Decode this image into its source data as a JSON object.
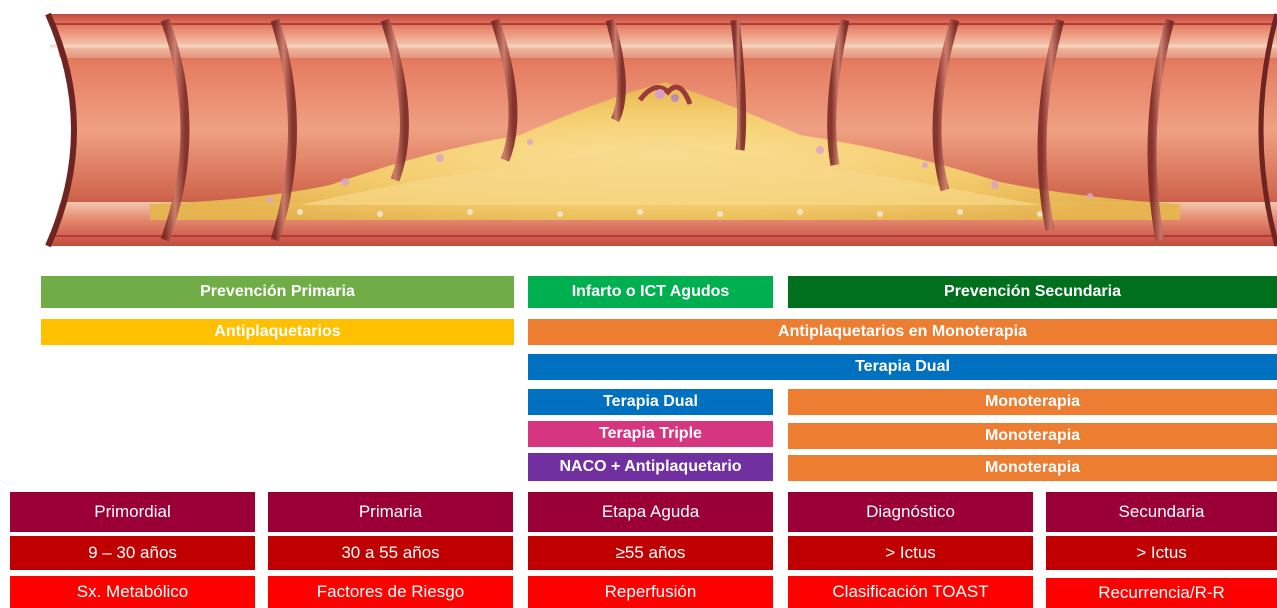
{
  "colors": {
    "green_light": "#70ad47",
    "green_medium": "#00b050",
    "green_dark": "#00701e",
    "gold": "#ffc000",
    "orange": "#ed7d31",
    "blue": "#0070c0",
    "magenta": "#d63680",
    "purple": "#7030a0",
    "maroon": "#9a0036",
    "dark_red": "#c00000",
    "red": "#ff0000"
  },
  "illustration": {
    "name": "artery-atherosclerosis-progression"
  },
  "bands": {
    "prevencion_primaria": "Prevención Primaria",
    "infarto_agudo": "Infarto o ICT Agudos",
    "prevencion_secundaria": "Prevención Secundaria",
    "antiplaquetarios": "Antiplaquetarios",
    "antiplaquetarios_monoterapia": "Antiplaquetarios en Monoterapia",
    "terapia_dual_wide": "Terapia Dual",
    "terapia_dual": "Terapia Dual",
    "monoterapia_1": "Monoterapia",
    "terapia_triple": "Terapia Triple",
    "monoterapia_2": "Monoterapia",
    "naco": "NACO + Antiplaquetario",
    "monoterapia_3": "Monoterapia"
  },
  "stages": {
    "columns": [
      {
        "stage": "Primordial",
        "age": "9 – 30 años",
        "focus": "Sx. Metabólico"
      },
      {
        "stage": "Primaria",
        "age": "30 a 55 años",
        "focus": "Factores de Riesgo"
      },
      {
        "stage": "Etapa Aguda",
        "age": "≥55 años",
        "focus": "Reperfusión"
      },
      {
        "stage": "Diagnóstico",
        "age": "> Ictus",
        "focus": "Clasificación TOAST"
      },
      {
        "stage": "Secundaria",
        "age": "> Ictus",
        "focus": "Recurrencia/R-R"
      }
    ]
  }
}
